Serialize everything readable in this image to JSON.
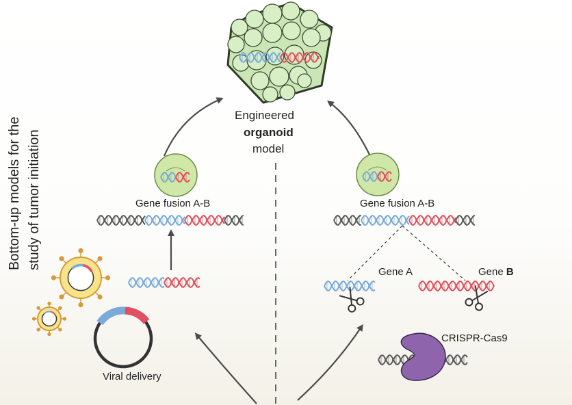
{
  "title": {
    "line1": "Bottom-up models for the",
    "line2": "study of tumor initiation"
  },
  "labels": {
    "organoid_line1": "Engineered",
    "organoid_line2": "organoid",
    "organoid_line3": "model",
    "gene_fusion_left": "Gene fusion A-B",
    "gene_fusion_right": "Gene fusion A-B",
    "gene_a": "Gene A",
    "gene_b_prefix": "Gene ",
    "gene_b_bold": "B",
    "viral_delivery": "Viral delivery",
    "crispr": "CRISPR-Cas9"
  },
  "colors": {
    "organoid_fill": "#c9e6b4",
    "organoid_stroke": "#2f3a28",
    "cell_fill": "#cfe8a8",
    "dna_blue": "#7aaad8",
    "dna_red": "#e0505e",
    "dna_grey": "#5a5a5a",
    "cas9_purple": "#8e64ad",
    "virus_yellow": "#f6e38a",
    "virus_orange": "#d79a3a",
    "arrow_grey": "#4a4a4a"
  }
}
